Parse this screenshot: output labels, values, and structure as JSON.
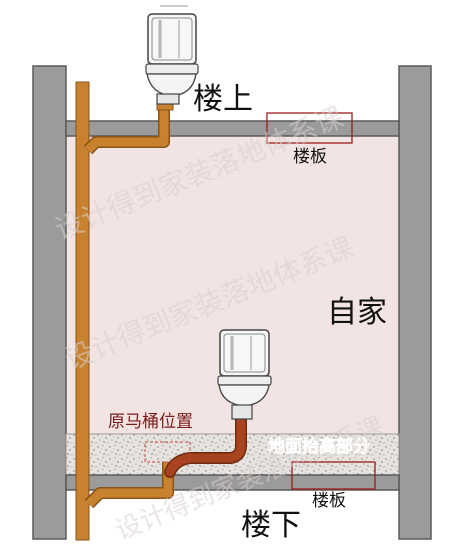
{
  "labels": {
    "upstairs": "楼上",
    "downstairs": "楼下",
    "floor_slab_upper": "楼板",
    "floor_slab_lower": "楼板",
    "own_home": "自家",
    "original_toilet_position": "原马桶位置",
    "raised_floor_section": "地面抬高部分"
  },
  "watermark": "设计得到家装落地体系课",
  "colors": {
    "wall": "#9b9b9b",
    "wall_edge": "#5a5a5a",
    "room_fill": "#f1e4e2",
    "pipe": "#c8812e",
    "pipe_edge": "#8a5418",
    "pipe_new": "#a8431f",
    "slab_box": "#9b1c1c",
    "text_dark_red": "#7a1c1c",
    "concrete": "#e6e3df"
  }
}
